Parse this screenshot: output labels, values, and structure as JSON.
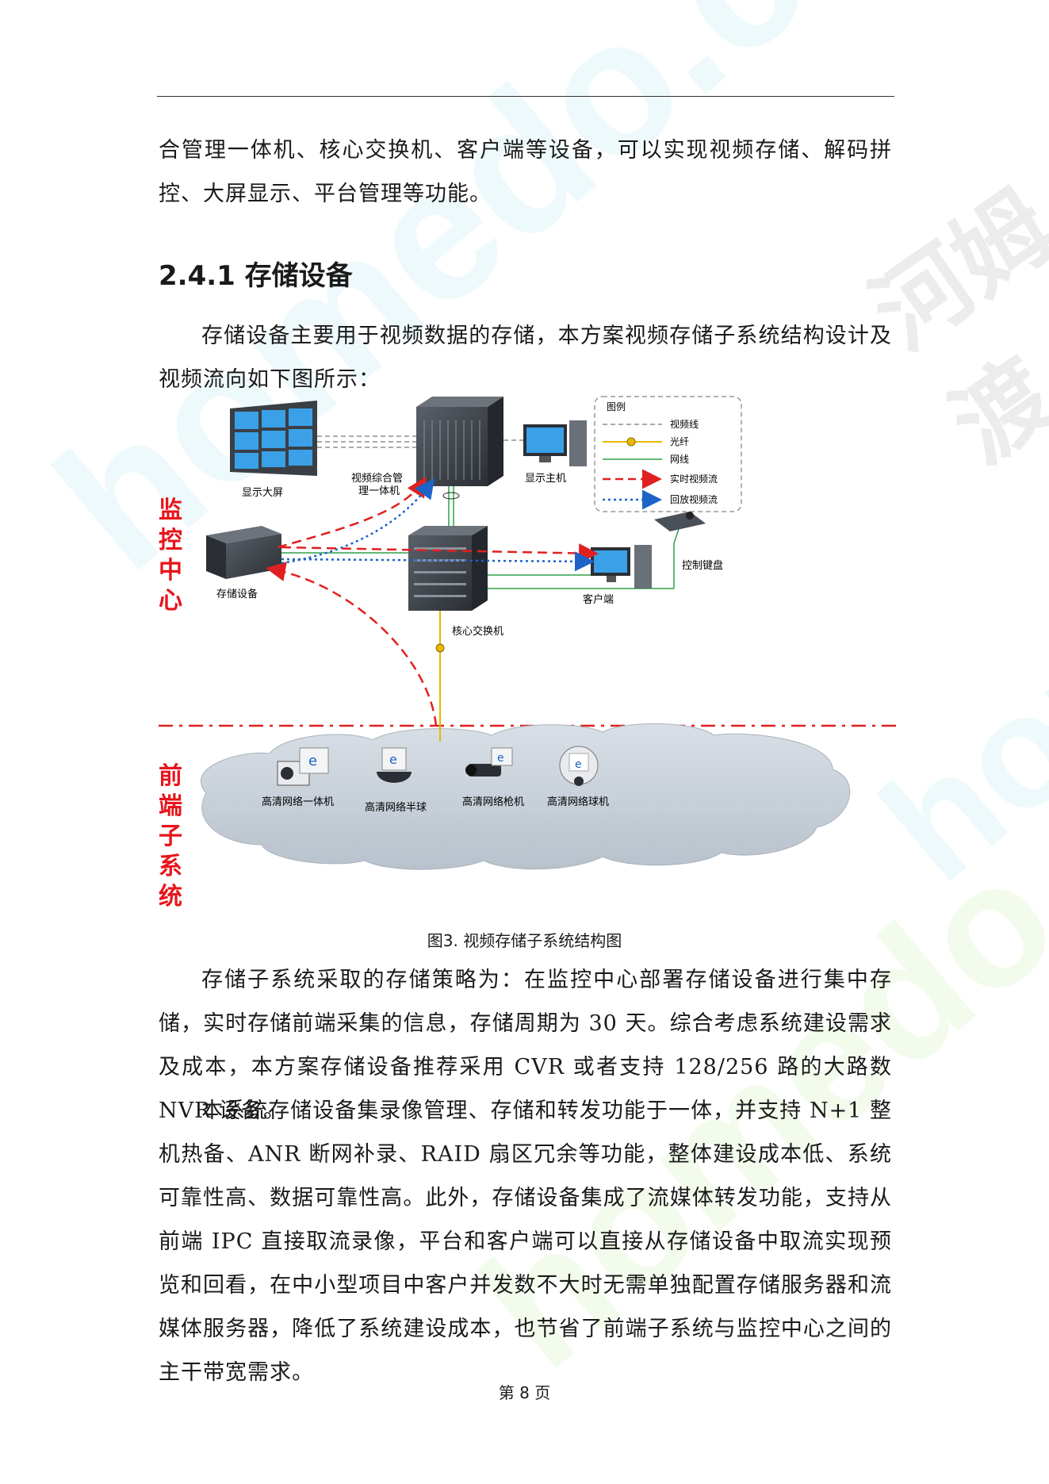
{
  "watermark": {
    "text1": "homedo.com",
    "text2": "homedo.com",
    "text3": "homedo.com",
    "brand": "河姆渡"
  },
  "body": {
    "para1": "合管理一体机、核心交换机、客户端等设备，可以实现视频存储、解码拼控、大屏显示、平台管理等功能。",
    "heading": "2.4.1 存储设备",
    "para2": "存储设备主要用于视频数据的存储，本方案视频存储子系统结构设计及视频流向如下图所示：",
    "caption": "图3. 视频存储子系统结构图",
    "para3": "存储子系统采取的存储策略为：在监控中心部署存储设备进行集中存储，实时存储前端采集的信息，存储周期为 30 天。综合考虑系统建设需求及成本，本方案存储设备推荐采用 CVR 或者支持 128/256 路的大路数 NVR 设备。",
    "para4": "本系统存储设备集录像管理、存储和转发功能于一体，并支持 N+1 整机热备、ANR 断网补录、RAID 扇区冗余等功能，整体建设成本低、系统可靠性高、数据可靠性高。此外，存储设备集成了流媒体转发功能，支持从前端 IPC 直接取流录像，平台和客户端可以直接从存储设备中取流实现预览和回看，在中小型项目中客户并发数不大时无需单独配置存储服务器和流媒体服务器，降低了系统建设成本，也节省了前端子系统与监控中心之间的主干带宽需求。"
  },
  "diagram": {
    "zone_top": "监控中心",
    "zone_bottom": "前端子系统",
    "legend": {
      "title": "图例",
      "items": [
        "视频线",
        "光纤",
        "网线",
        "实时视频流",
        "回放视频流"
      ]
    },
    "devices": {
      "video_wall": "显示大屏",
      "integrated": [
        "视频综合管",
        "理一体机"
      ],
      "display_host": "显示主机",
      "storage": "存储设备",
      "core_switch": "核心交换机",
      "client": "客户端",
      "keyboard": "控制键盘"
    },
    "cameras": [
      "高清网络一体机",
      "高清网络半球",
      "高清网络枪机",
      "高清网络球机"
    ],
    "colors": {
      "zone_text": "#e8141b",
      "realtime": "#e02020",
      "playback": "#1e63c8",
      "fiber": "#e8b800",
      "network": "#2ea04a",
      "videoline": "#555555"
    }
  },
  "footer": {
    "page": "第 8 页"
  }
}
